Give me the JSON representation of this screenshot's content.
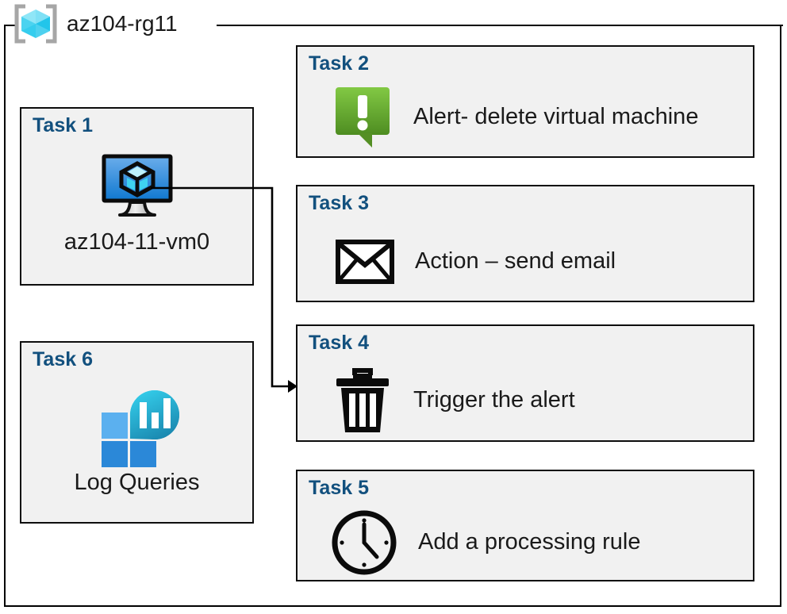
{
  "resource_group": {
    "name": "az104-rg11",
    "icon": "resource-group-cube-icon"
  },
  "colors": {
    "task_title": "#12507e",
    "box_fill": "#f1f1f1",
    "box_border": "#0d0d0d",
    "connector": "#000000",
    "alert_green_light": "#7cc142",
    "alert_green_dark": "#4f8f22",
    "vm_blue_light": "#5ca8e8",
    "vm_blue_dark": "#1277cf",
    "log_tile_light": "#5bb0ef",
    "log_tile_dark": "#2b88d8",
    "log_blob_light": "#2fc8e8",
    "log_blob_dark": "#1b8cb4",
    "rg_cube_light": "#8fe6f7",
    "rg_cube_mid": "#56d7f2",
    "rg_cube_dark": "#22c5ea",
    "rg_bracket": "#a6a6a6",
    "text": "#1a1a1a"
  },
  "tasks": [
    {
      "id": "task1",
      "title": "Task 1",
      "label": "az104-11-vm0",
      "icon": "virtual-machine-icon",
      "column": "left"
    },
    {
      "id": "task2",
      "title": "Task 2",
      "label": "Alert- delete virtual machine",
      "icon": "alert-exclamation-icon",
      "column": "right"
    },
    {
      "id": "task3",
      "title": "Task 3",
      "label": "Action – send email",
      "icon": "email-envelope-icon",
      "column": "right"
    },
    {
      "id": "task4",
      "title": "Task 4",
      "label": "Trigger the alert",
      "icon": "trash-delete-icon",
      "column": "right"
    },
    {
      "id": "task5",
      "title": "Task 5",
      "label": "Add a processing rule",
      "icon": "clock-icon",
      "column": "right"
    },
    {
      "id": "task6",
      "title": "Task 6",
      "label": "Log Queries",
      "icon": "log-analytics-icon",
      "column": "left"
    }
  ],
  "connector": {
    "name": "vm-to-task4-arrow",
    "from": "task1-virtual-machine-icon",
    "to": "task4-box",
    "arrowhead": "filled-triangle"
  }
}
